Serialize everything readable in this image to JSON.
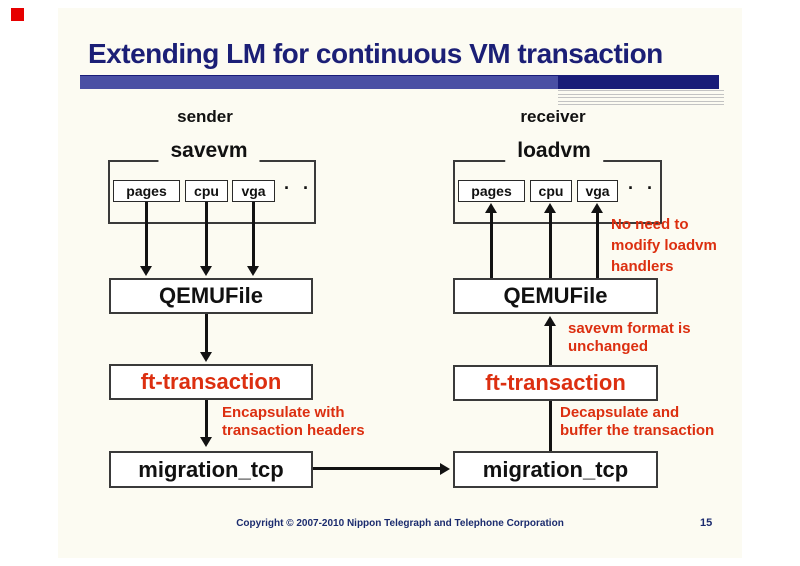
{
  "slide": {
    "title": "Extending LM for continuous VM transaction",
    "copyright": "Copyright © 2007-2010 Nippon Telegraph and Telephone Corporation",
    "page_number": "15"
  },
  "colors": {
    "title_navy": "#1b1f76",
    "bar_slate": "#4a50a4",
    "bar_navy": "#191d78",
    "accent_red": "#dc2f10",
    "marker_red": "#e60000"
  },
  "sender": {
    "role_label": "sender",
    "group_label": "savevm",
    "handlers": [
      "pages",
      "cpu",
      "vga"
    ],
    "ellipsis": "· ·",
    "qemufile_label": "QEMUFile",
    "ft_label": "ft-transaction",
    "tcp_label": "migration_tcp",
    "annotation_encapsulate": [
      "Encapsulate with",
      "transaction headers"
    ]
  },
  "receiver": {
    "role_label": "receiver",
    "group_label": "loadvm",
    "handlers": [
      "pages",
      "cpu",
      "vga"
    ],
    "ellipsis": "· ·",
    "qemufile_label": "QEMUFile",
    "ft_label": "ft-transaction",
    "tcp_label": "migration_tcp",
    "annotation_no_need": [
      "No need to",
      "modify loadvm",
      "handlers"
    ],
    "annotation_format": [
      "savevm format is",
      "unchanged"
    ],
    "annotation_decapsulate": [
      "Decapsulate and",
      "buffer the transaction"
    ]
  }
}
